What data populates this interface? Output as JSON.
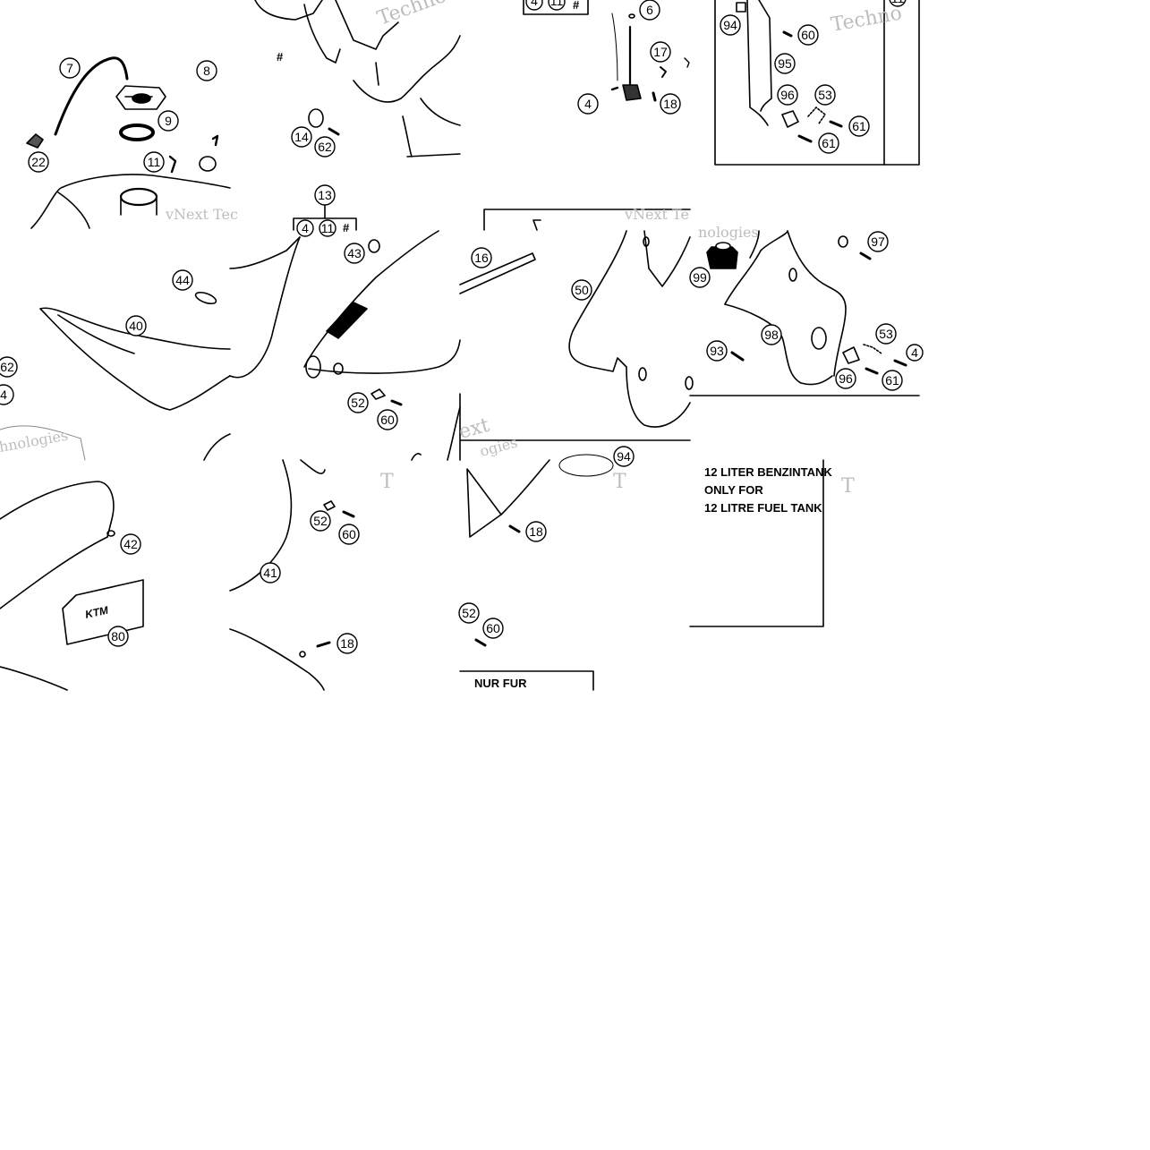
{
  "diagram": {
    "callouts": {
      "c1": "7",
      "c2": "8",
      "c3": "9",
      "c4": "22",
      "c5": "11",
      "c6": "14",
      "c7": "62",
      "c8": "13",
      "c9": "4",
      "c10": "11",
      "c11": "6",
      "c12": "17",
      "c13": "4",
      "c14": "18",
      "c15": "94",
      "c16": "60",
      "c17": "95",
      "c18": "96",
      "c19": "53",
      "c20": "61",
      "c21": "61",
      "c22": "44",
      "c23": "40",
      "c24": "62",
      "c25": "4",
      "c26": "43",
      "c27": "52",
      "c28": "60",
      "c29": "16",
      "c30": "50",
      "c31": "97",
      "c32": "99",
      "c33": "98",
      "c34": "93",
      "c35": "53",
      "c36": "96",
      "c37": "61",
      "c38": "42",
      "c39": "80",
      "c40": "52",
      "c41": "60",
      "c42": "41",
      "c43": "18",
      "c44": "18",
      "c45": "94",
      "c46": "52",
      "c47": "60",
      "c48": "4",
      "c49": "11",
      "c50": "4",
      "c51": "11"
    },
    "markers": {
      "hash1": "#",
      "hash2": "#",
      "hash3": "#"
    },
    "notes": {
      "tank_line1": "12 LITER BENZINTANK",
      "tank_line2": "ONLY FOR",
      "tank_line3": "12 LITRE FUEL TANK",
      "nur_fur": "NUR FUR"
    },
    "watermarks": {
      "w1": "Techno",
      "w2": "vNext Tec",
      "w3": "vNext Te",
      "w4": "Techno",
      "w5": "ogies",
      "w6": "nologies",
      "w7": "T",
      "w8": "T",
      "w9": "T",
      "w10": "ext",
      "w11": "hnologies"
    },
    "brand_logo": "KTM"
  }
}
